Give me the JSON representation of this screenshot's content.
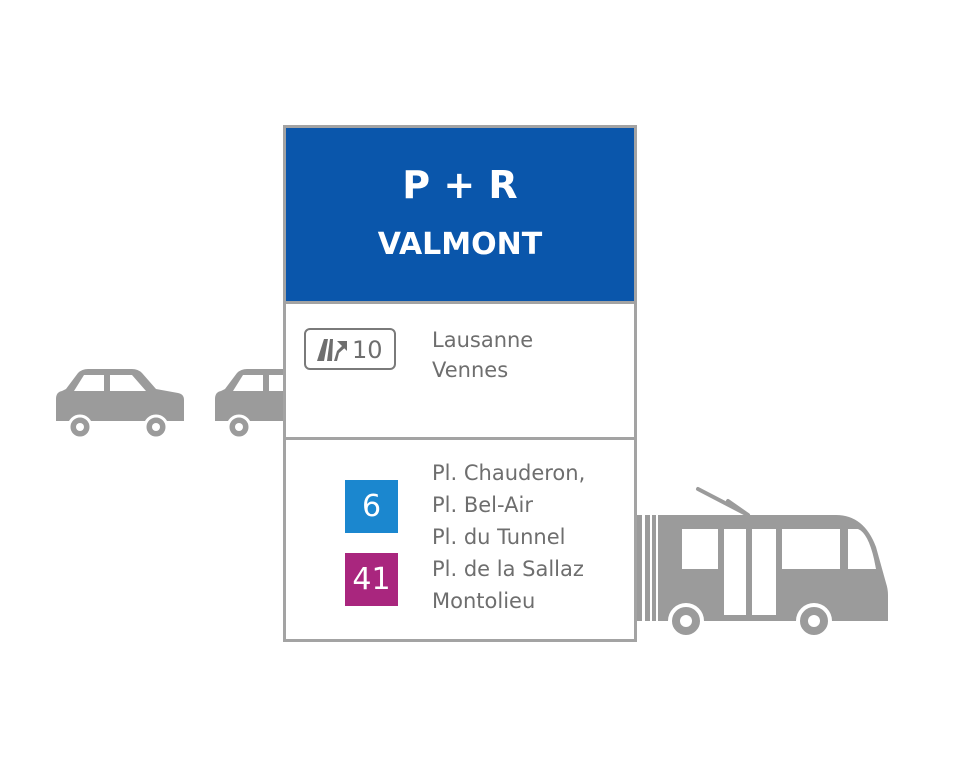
{
  "sign": {
    "title": "P + R",
    "subtitle": "VALMONT",
    "road": {
      "icon": "motorway-entrance-icon",
      "number": "10",
      "destinations": [
        "Lausanne",
        "Vennes"
      ]
    },
    "lines": [
      {
        "number": "6",
        "color": "#1b87cf"
      },
      {
        "number": "41",
        "color": "#a9267e"
      }
    ],
    "stops": [
      "Pl. Chauderon,",
      "Pl. Bel-Air",
      "Pl. du Tunnel",
      "Pl. de la Sallaz",
      "Montolieu"
    ]
  },
  "colors": {
    "header": "#0a56ab",
    "border": "#a3a3a3",
    "text": "#6e6e6e",
    "vehicle": "#9b9b9b"
  },
  "icons": [
    "car-icon",
    "car-icon",
    "trolleybus-icon",
    "motorway-entrance-icon"
  ]
}
